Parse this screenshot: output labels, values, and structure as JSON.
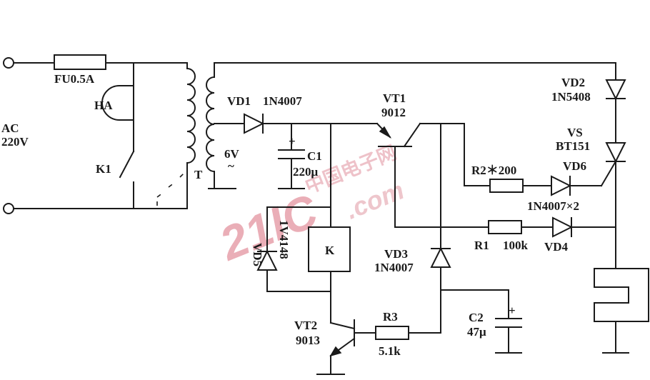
{
  "labels": {
    "fuse": "FU0.5A",
    "buzzer": "HA",
    "switch": "K1",
    "ac_line1": "AC",
    "ac_line2": "220V",
    "transformer": "T",
    "secondary_voltage": "6V",
    "ac_symbol": "~",
    "vd1": "VD1",
    "vd1_part": "1N4007",
    "c1": "C1",
    "c1_value": "220μ",
    "c1_plus": "+",
    "vt1": "VT1",
    "vt1_part": "9012",
    "vd2": "VD2",
    "vd2_part": "1N5408",
    "vs": "VS",
    "vs_part": "BT151",
    "vd6": "VD6",
    "r2": "R2＊200",
    "vd6_note": "1N4007×2",
    "r1": "R1",
    "r1_value": "100k",
    "vd4": "VD4",
    "vd5": "VD5",
    "vd5_part": "1V4148",
    "relay": "K",
    "vd3": "VD3",
    "vd3_part": "1N4007",
    "c2": "C2",
    "c2_value": "47μ",
    "c2_plus": "+",
    "vt2": "VT2",
    "vt2_part": "9013",
    "r3": "R3",
    "r3_value": "5.1k"
  },
  "watermark": {
    "logo": "21IC",
    "cn_text": "中国电子网",
    "domain": ".com"
  },
  "colors": {
    "ink": "#1a1a1a",
    "watermark": "#e7a0ab"
  }
}
